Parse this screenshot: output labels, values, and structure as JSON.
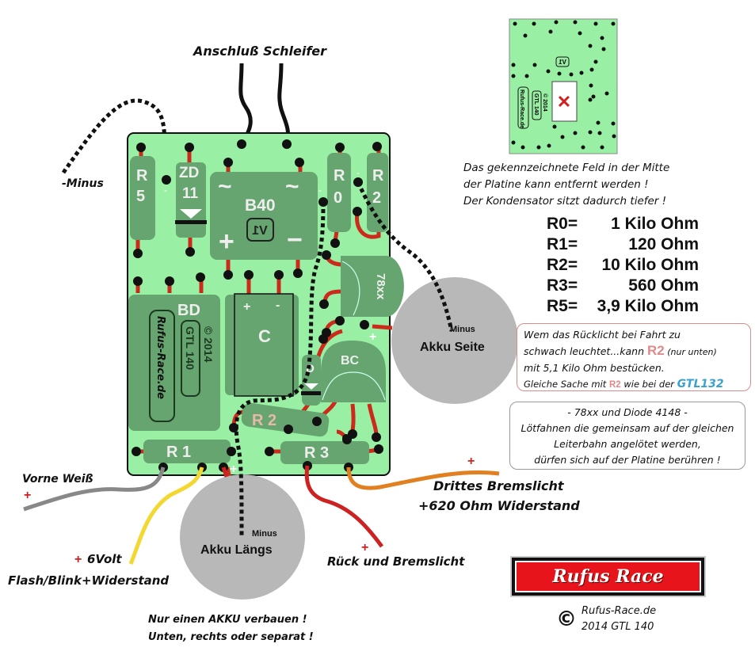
{
  "diagram": {
    "title": "Anschluß Schleifer",
    "colors": {
      "pcb": "#99f0a4",
      "component": "#66a56f",
      "trace": "#cc2a1a",
      "battery": "#b8b8b8",
      "wire_gray": "#888888",
      "wire_yellow": "#f2d830",
      "wire_red": "#cc2222",
      "wire_orange": "#e08020",
      "plus_red": "#d12020",
      "logo_red": "#e8141b"
    },
    "components": {
      "r5": [
        "R",
        "5"
      ],
      "zd": [
        "ZD",
        "11"
      ],
      "b40": {
        "label": "B40",
        "ac_left": "~",
        "ac_right": "~",
        "plus": "+",
        "minus": "−",
        "version": "V1"
      },
      "r0": [
        "R",
        "0"
      ],
      "r2_top": [
        "R",
        "2"
      ],
      "reg": "78xx",
      "bd": "BD",
      "bd_text": [
        "Rufus-Race.de",
        "GTL 140",
        "© 2014"
      ],
      "cap": {
        "label": "C",
        "plus": "+",
        "minus": "-"
      },
      "diode": "D",
      "bc": "BC",
      "r2_bottom": "R 2",
      "r1": "R 1",
      "r3": "R 3",
      "minus_marks": [
        "-",
        "-",
        "-"
      ]
    },
    "batteries": [
      {
        "label": "Akku Seite",
        "sub": "Minus"
      },
      {
        "label": "Akku Längs",
        "sub": "Minus"
      }
    ],
    "wires": {
      "minus_left": "-Minus",
      "vorne": "Vorne Weiß",
      "sixvolt": "6Volt",
      "flash": "Flash/Blink+Widerstand",
      "rueck": "Rück und Bremslicht",
      "drittes": "Drittes Bremslicht",
      "drittes_sub": "+620 Ohm Widerstand",
      "plus": "+"
    },
    "footer_note": [
      "Nur einen AKKU verbauen !",
      "Unten, rechts oder separat !"
    ],
    "thumbnail": {
      "version": "V1",
      "text": [
        "Rufus-Race.de",
        "GTL 140",
        "© 2014"
      ],
      "mark": "✕"
    }
  },
  "info": [
    "Das gekennzeichnete Feld in der Mitte",
    "der Platine kann entfernt werden !",
    "Der Kondensator sitzt dadurch tiefer !"
  ],
  "resistor_values": [
    {
      "name": "R0=",
      "value": "1 Kilo Ohm"
    },
    {
      "name": "R1=",
      "value": "120 Ohm"
    },
    {
      "name": "R2=",
      "value": "10 Kilo Ohm"
    },
    {
      "name": "R3=",
      "value": "560 Ohm"
    },
    {
      "name": "R5=",
      "value": "3,9 Kilo Ohm"
    }
  ],
  "note1": {
    "line1": "Wem das Rücklicht bei Fahrt zu",
    "line2a": "schwach leuchtet...kann ",
    "r2": "R2",
    "line2b": " (nur unten)",
    "line3": "mit 5,1 Kilo Ohm bestücken.",
    "line4a": "Gleiche Sache mit ",
    "line4b": " wie bei der ",
    "gtl": "GTL132"
  },
  "note2": [
    "- 78xx und Diode 4148 -",
    "Lötfahnen die gemeinsam auf der gleichen",
    "Leiterbahn angelötet werden,",
    "dürfen sich auf der Platine berühren !"
  ],
  "logo": {
    "text": "Rufus Race"
  },
  "copyright": {
    "symbol": "©",
    "line1": "Rufus-Race.de",
    "line2": "2014 GTL 140"
  }
}
